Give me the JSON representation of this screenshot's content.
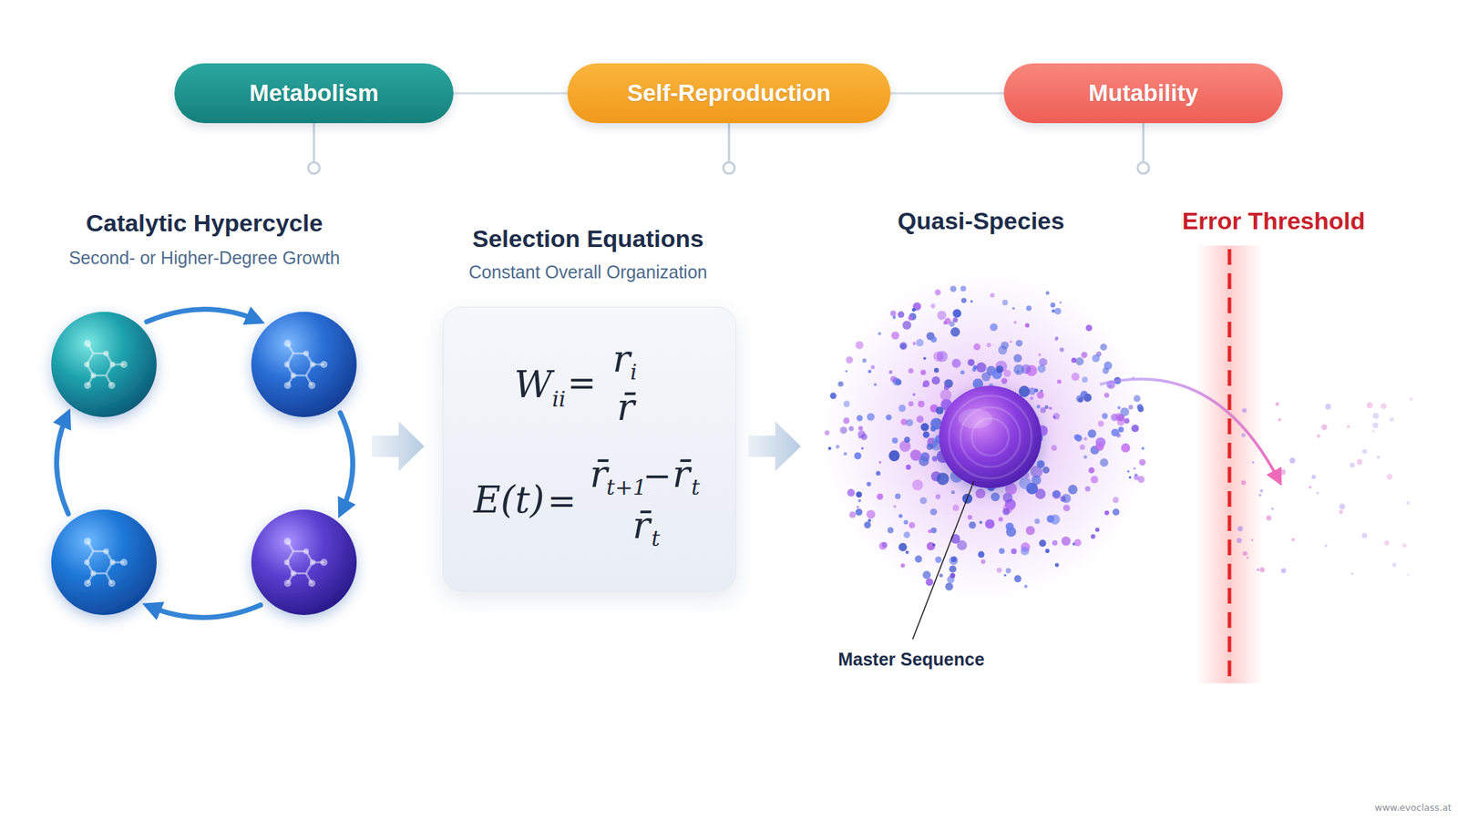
{
  "diagram": {
    "nodes": [
      {
        "text": [
          "Metabolism"
        ]
      },
      {
        "text": [
          "Self-Reproduction"
        ]
      },
      {
        "text": [
          "Mutability"
        ]
      },
      {
        "text": [
          "Selection Equations",
          "Constant Overall Organization",
          "W",
          "ii",
          "=",
          "r",
          "i",
          "r̄",
          "E(t)",
          "=",
          "r̄",
          "t+1",
          "−",
          "r̄",
          "t",
          "r̄",
          "t"
        ]
      }
    ],
    "edges": [
      {
        "from": 0,
        "to": 1,
        "arrow": "none"
      },
      {
        "from": 1,
        "to": 2,
        "arrow": "none"
      }
    ],
    "labels": [
      "Catalytic Hypercycle",
      "Second- or Higher-Degree Growth",
      "Quasi-Species",
      "Error Threshold",
      "Master Sequence",
      "www.evoclass.at"
    ]
  }
}
